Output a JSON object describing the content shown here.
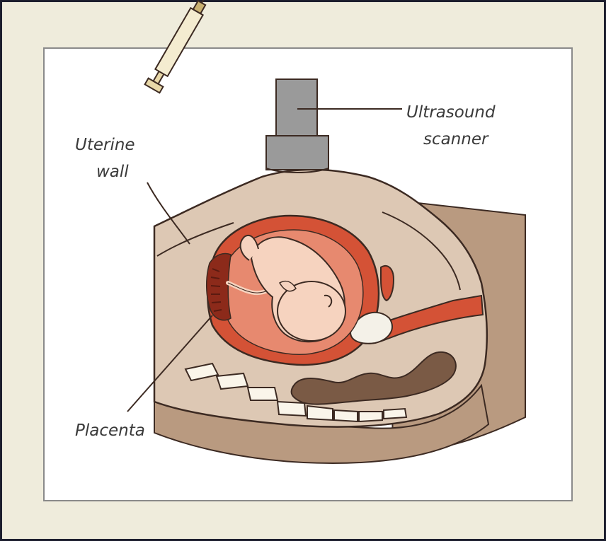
{
  "labels": {
    "ultrasound_line1": "Ultrasound",
    "ultrasound_line2": "scanner",
    "uterine_line1": "Uterine",
    "uterine_line2": "wall",
    "placenta": "Placenta"
  },
  "colors": {
    "background": "#efecdc",
    "panel": "#ffffff",
    "tissue_light": "#ddc8b4",
    "tissue_dark": "#b99a80",
    "uterus_red": "#d45236",
    "fetus_skin": "#f6d3bf",
    "bowel": "#7a5a45",
    "bone": "#faf5ea",
    "scanner_grey": "#9a9a9a",
    "outline": "#3c2a22"
  }
}
